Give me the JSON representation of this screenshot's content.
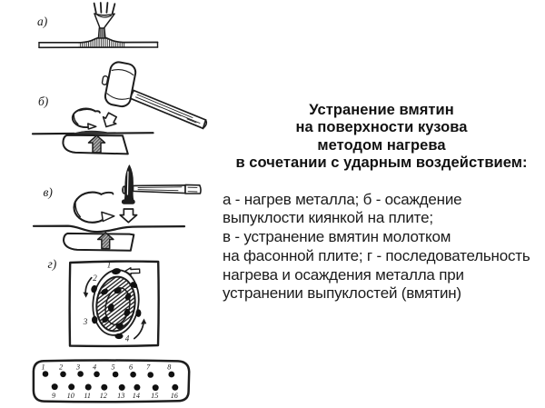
{
  "page": {
    "background_color": "#ffffff",
    "ink_color": "#1f1f1f"
  },
  "title": {
    "lines": [
      "Устранение вмятин",
      "на поверхности кузова",
      "методом нагрева",
      "в сочетании с ударным воздействием:"
    ]
  },
  "caption": {
    "lines": [
      "а - нагрев металла; б - осаждение",
      "выпуклости киянкой на плите;",
      "в - устранение вмятин молотком",
      "на фасонной плите; г - последовательность",
      "нагрева и осаждения металла при",
      "устранении выпуклостей (вмятин)"
    ]
  },
  "figure": {
    "panel_labels": [
      "а)",
      "б)",
      "в)",
      "г)"
    ],
    "sequence_labels": [
      "1",
      "2",
      "3",
      "4"
    ],
    "strip_numbers_top": [
      "1",
      "2",
      "3",
      "4",
      "5",
      "6",
      "7",
      "8"
    ],
    "strip_numbers_bottom": [
      "9",
      "10",
      "11",
      "12",
      "13",
      "14",
      "15",
      "16"
    ]
  }
}
